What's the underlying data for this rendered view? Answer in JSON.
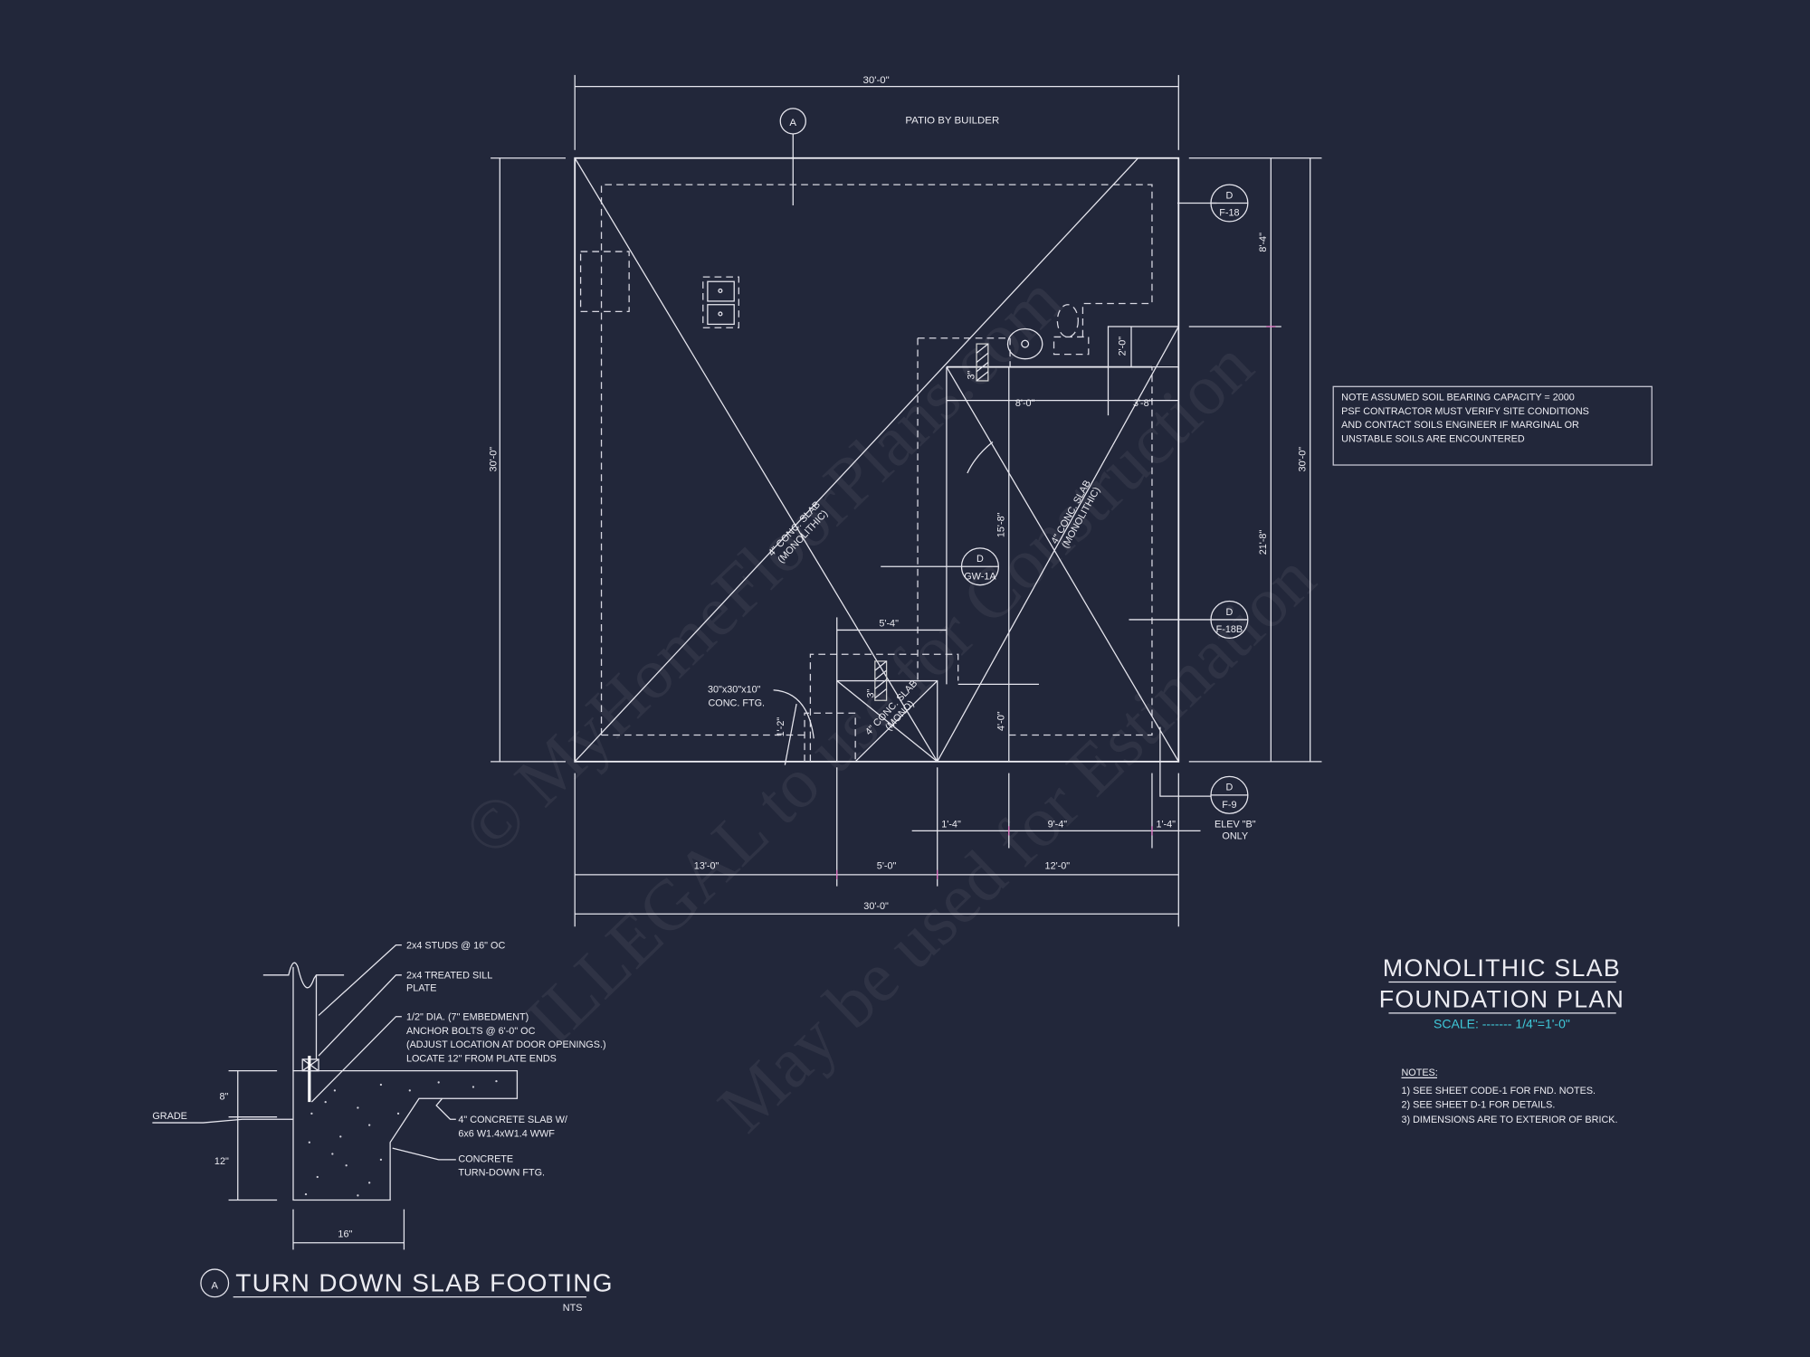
{
  "watermark": {
    "line1": "© MyHomeFloorPlans.com",
    "line2": "ILLEGAL to use for Construction",
    "line3": "May be used for Estimation"
  },
  "plan": {
    "top_dim": "30'-0\"",
    "patio_label": "PATIO BY BUILDER",
    "section_marker": "A",
    "left_dim": "30'-0\"",
    "right_dims": {
      "upper": "8'-4\"",
      "lower": "21'-8\"",
      "overall": "30'-0\""
    },
    "bottom_dims_row1": [
      "1'-4\"",
      "9'-4\"",
      "1'-4\""
    ],
    "bottom_dims_row2": [
      "13'-0\"",
      "5'-0\"",
      "12'-0\""
    ],
    "bottom_overall": "30'-0\"",
    "interior_dims": {
      "d2_0": "2'-0\"",
      "d8_0": "8'-0\"",
      "d3_8": "3'-8\"",
      "d15_8": "15'-8\"",
      "d4_0": "4'-0\"",
      "d5_4": "5'-4\"",
      "d3a": "3\"",
      "d3b": "3\"",
      "d1_2": "1'-2\""
    },
    "slab_left": {
      "line1": "4\" CONC. SLAB",
      "line2": "(MONOLITHIC)"
    },
    "slab_right": {
      "line1": "4\" CONC. SLAB",
      "line2": "(MONOLITHIC)"
    },
    "slab_small": {
      "line1": "4\" CONC. SLAB",
      "line2": "(MONO)"
    },
    "footing_label": {
      "line1": "30\"x30\"x10\"",
      "line2": "CONC. FTG."
    },
    "tags": [
      {
        "top": "D",
        "bottom": "F-18"
      },
      {
        "top": "D",
        "bottom": "GW-1A"
      },
      {
        "top": "D",
        "bottom": "F-18B"
      },
      {
        "top": "D",
        "bottom": "F-9"
      }
    ],
    "elev_note": {
      "line1": "ELEV \"B\"",
      "line2": "ONLY"
    }
  },
  "soil_note": [
    "NOTE ASSUMED SOIL BEARING CAPACITY = 2000",
    "PSF CONTRACTOR MUST VERIFY SITE CONDITIONS",
    "AND CONTACT SOILS ENGINEER IF MARGINAL OR",
    "UNSTABLE SOILS ARE ENCOUNTERED"
  ],
  "title": {
    "line1": "MONOLITHIC SLAB",
    "line2": "FOUNDATION PLAN",
    "scale": "SCALE: ------- 1/4\"=1'-0\"",
    "accent_color": "#3fc8d8"
  },
  "notes": {
    "heading": "NOTES:",
    "items": [
      "1)  SEE SHEET CODE-1 FOR FND. NOTES.",
      "2)  SEE SHEET D-1 FOR DETAILS.",
      "3)  DIMENSIONS ARE TO EXTERIOR OF BRICK."
    ]
  },
  "detail": {
    "marker": "A",
    "title": "TURN DOWN SLAB FOOTING",
    "scale": "NTS",
    "callouts": {
      "studs": "2x4 STUDS @ 16\" OC",
      "sill1": "2x4 TREATED SILL",
      "sill2": "PLATE",
      "bolt1": "1/2\" DIA. (7\" EMBEDMENT)",
      "bolt2": "ANCHOR BOLTS @ 6'-0\" OC",
      "bolt3": "(ADJUST LOCATION AT DOOR OPENINGS.)",
      "bolt4": "LOCATE 12\" FROM PLATE ENDS",
      "slab1": "4\" CONCRETE SLAB W/",
      "slab2": "6x6 W1.4xW1.4 WWF",
      "ftg1": "CONCRETE",
      "ftg2": "TURN-DOWN FTG."
    },
    "grade": "GRADE",
    "dim_8": "8\"",
    "dim_12": "12\"",
    "dim_16": "16\""
  }
}
